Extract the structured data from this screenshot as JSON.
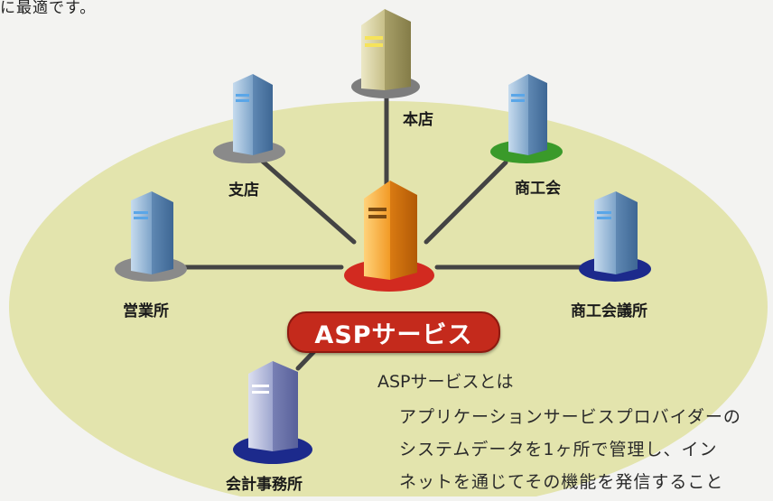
{
  "top_text": "に最適です。",
  "center": {
    "label": "ASPサービス"
  },
  "nodes": {
    "honten": "本店",
    "shiten": "支店",
    "shokokai": "商工会",
    "eigyosho": "営業所",
    "shokokaigisho": "商工会議所",
    "kaikei": "会計事務所"
  },
  "description": {
    "title": "ASPサービスとは",
    "lines": [
      "アプリケーションサービスプロバイダーの",
      "システムデータを1ヶ所で管理し、イン",
      "ネットを通じてその機能を発信すること"
    ]
  },
  "colors": {
    "ellipse": "#e4e5ae",
    "connector": "#454545",
    "center_building": "#f0a030",
    "center_base": "#d22a20",
    "building_blue": "#8aaed0",
    "base_gray": "#888888",
    "base_green": "#3a9a2a",
    "base_navy": "#1c2a8c",
    "building_beige": "#d8d2a4"
  }
}
